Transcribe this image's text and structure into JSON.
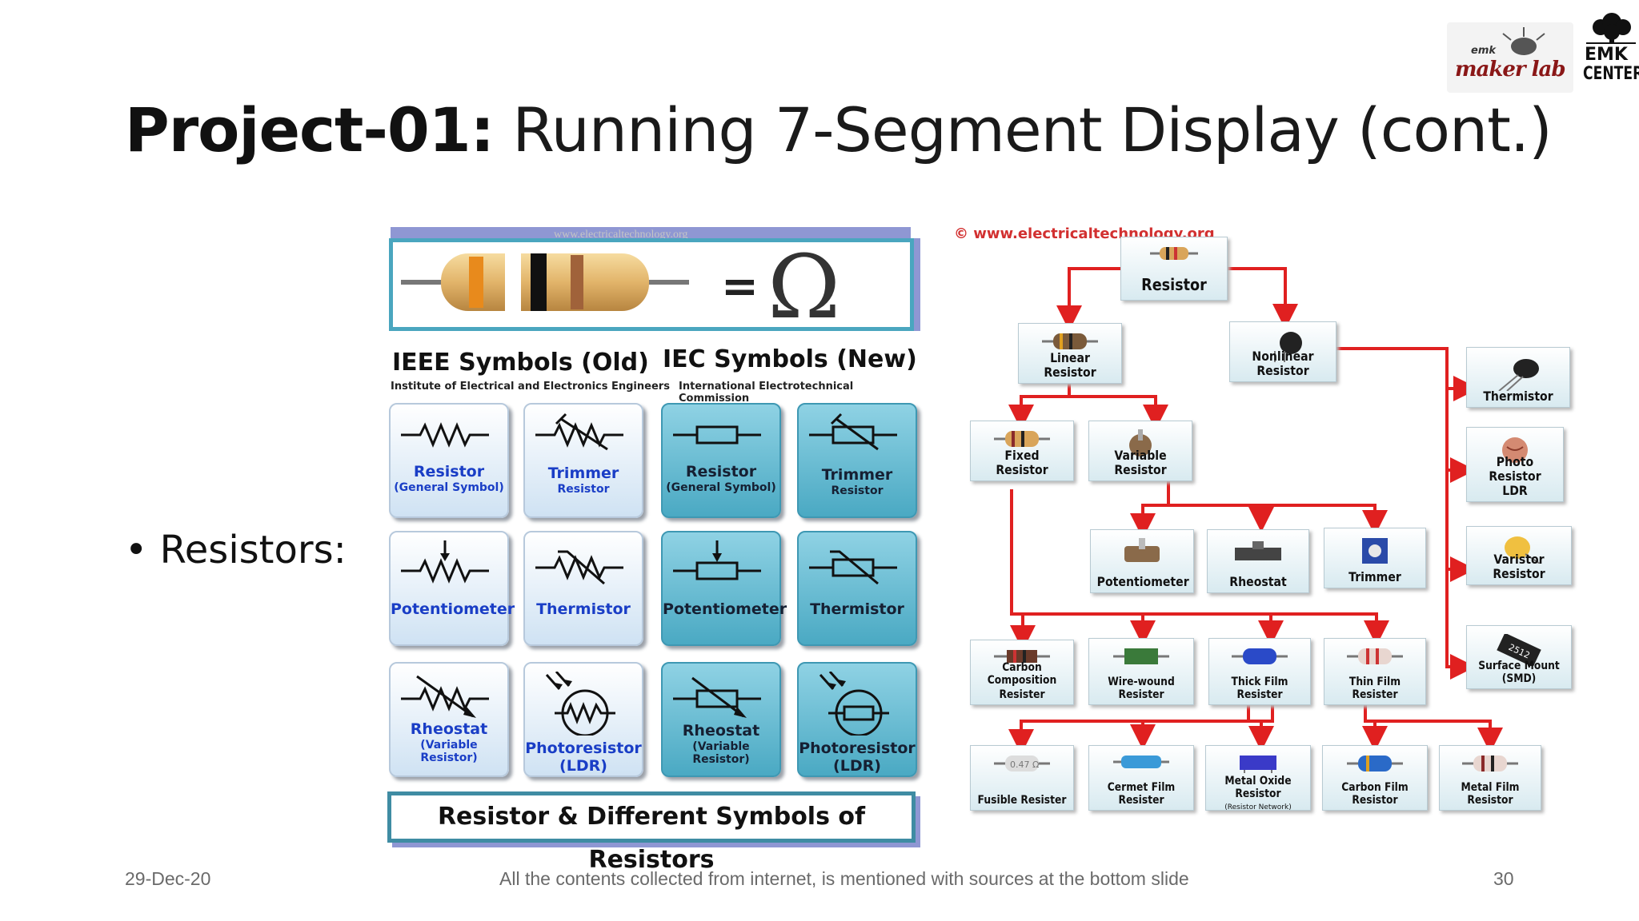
{
  "slide": {
    "title_bold": "Project-01:",
    "title_rest": " Running 7-Segment Display (cont.)",
    "bullet": "Resistors:",
    "footer_date": "29-Dec-20",
    "footer_note": "All the contents collected from internet, is mentioned with sources at the bottom slide",
    "page_number": "30"
  },
  "logos": {
    "makerlab": "maker lab",
    "makerlab_small": "emk",
    "emk_line1": "EMK",
    "emk_line2": "CENTER"
  },
  "symbols_image": {
    "watermark": "www.electricaltechnology.org",
    "equals": "=",
    "omega": "Ω",
    "ieee_title": "IEEE Symbols (Old)",
    "ieee_sub": "Institute of Electrical and Electronics Engineers",
    "iec_title": "IEC Symbols (New)",
    "iec_sub": "International Electrotechnical Commission",
    "cells": [
      {
        "label": "Resistor",
        "sub": "(General Symbol)"
      },
      {
        "label": "Trimmer",
        "sub": "Resistor"
      },
      {
        "label": "Resistor",
        "sub": "(General Symbol)"
      },
      {
        "label": "Trimmer",
        "sub": "Resistor"
      },
      {
        "label": "Potentiometer",
        "sub": ""
      },
      {
        "label": "Thermistor",
        "sub": ""
      },
      {
        "label": "Potentiometer",
        "sub": ""
      },
      {
        "label": "Thermistor",
        "sub": ""
      },
      {
        "label": "Rheostat",
        "sub": "(Variable Resistor)"
      },
      {
        "label": "Photoresistor",
        "sub": "(LDR)"
      },
      {
        "label": "Rheostat",
        "sub": "(Variable Resistor)"
      },
      {
        "label": "Photoresistor",
        "sub": "(LDR)"
      }
    ],
    "caption": "Resistor & Different Symbols of Resistors"
  },
  "types_diagram": {
    "watermark": "© www.electricaltechnology.org",
    "nodes": {
      "resistor": "Resistor",
      "linear": "Linear Resistor",
      "nonlinear": "Nonlinear Resistor",
      "thermistor": "Thermistor",
      "photo": "Photo Resistor",
      "photo_sub": "LDR",
      "varistor": "Varistor Resistor",
      "smd": "Surface Mount (SMD)",
      "smd_code": "2512",
      "fixed": "Fixed Resistor",
      "variable": "Variable Resistor",
      "potentiometer": "Potentiometer",
      "rheostat": "Rheostat",
      "trimmer": "Trimmer",
      "carbon_comp": "Carbon Composition",
      "carbon_comp_2": "Resister",
      "wirewound": "Wire-wound Resister",
      "thick": "Thick Film Resister",
      "thin": "Thin Film Resister",
      "fusible": "Fusible Resister",
      "fusible_code": "0.47 Ω",
      "cermet": "Cermet Film Resister",
      "metal_oxide": "Metal Oxide Resistor",
      "metal_oxide_sub": "(Resistor Network)",
      "carbon_film": "Carbon Film Resistor",
      "metal_film": "Metal Film Resistor"
    }
  },
  "colors": {
    "accent_red": "#e02020",
    "iec_blue": "#4aa9c3",
    "ieee_text": "#1a3ec6",
    "banner": "#8f97d3"
  }
}
